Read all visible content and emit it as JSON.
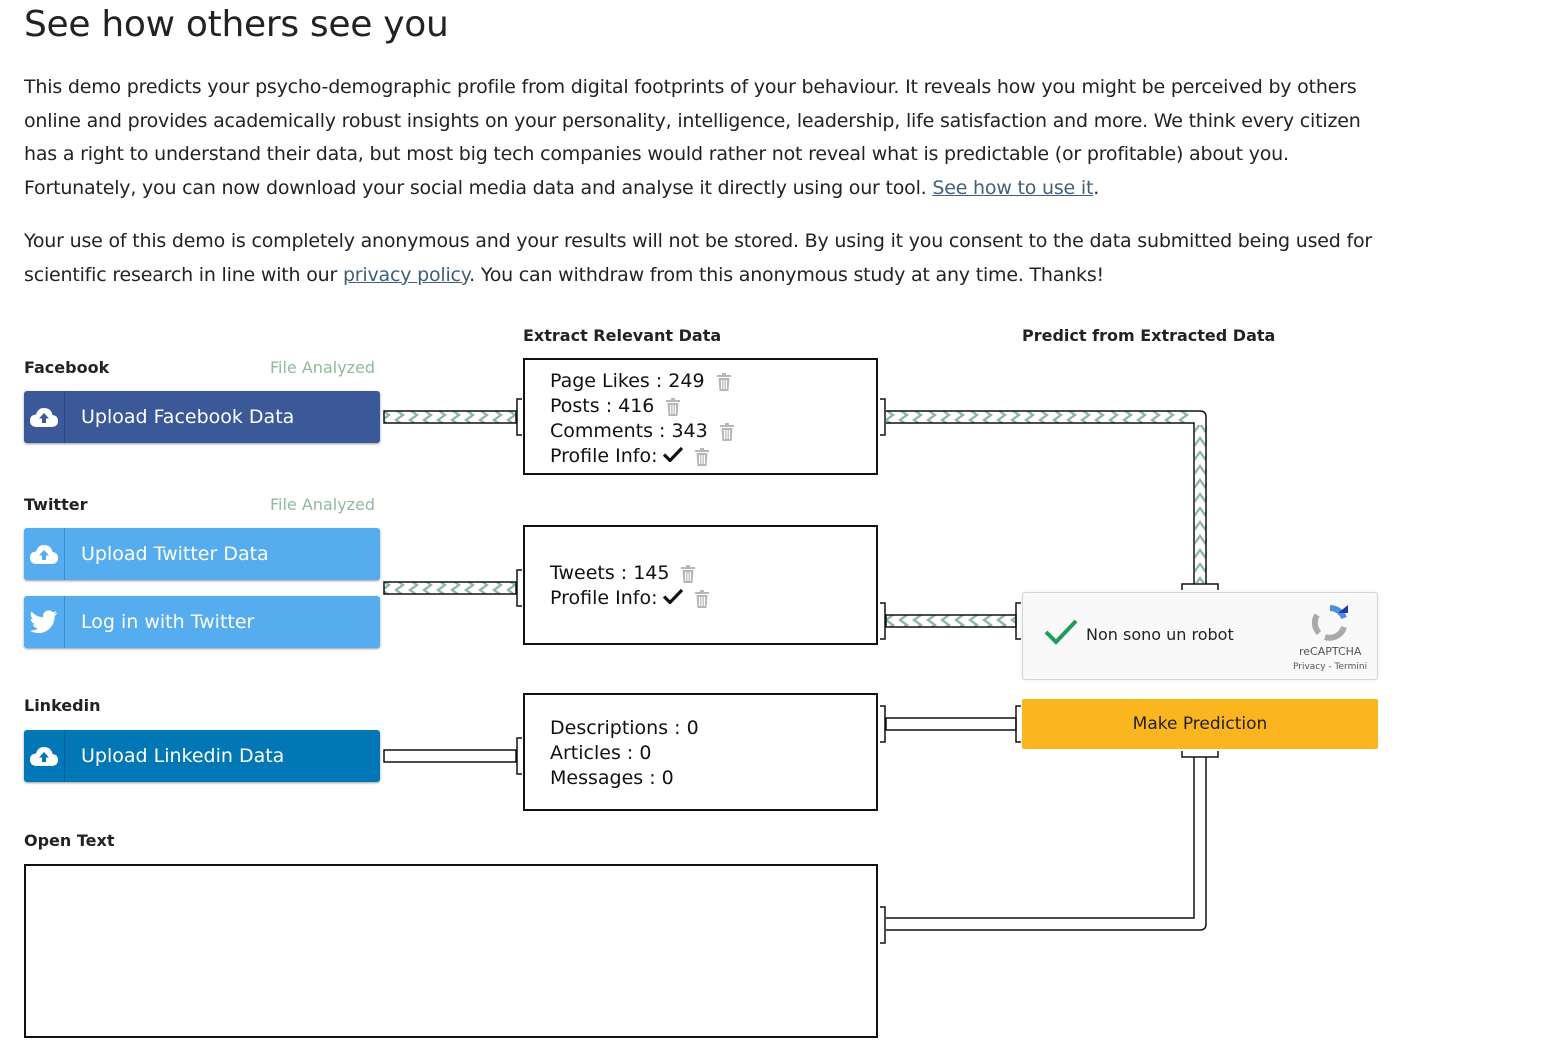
{
  "page": {
    "title": "See how others see you",
    "intro1": "This demo predicts your psycho-demographic profile from digital footprints of your behaviour. It reveals how you might be perceived by others online and provides academically robust insights on your personality, intelligence, leadership, life satisfaction and more. We think every citizen has a right to understand their data, but most big tech companies would rather not reveal what is predictable (or profitable) about you. Fortunately, you can now download your social media data and analyse it directly using our tool.",
    "intro1_link": "See how to use it",
    "intro1_end": ".",
    "intro2_start": "Your use of this demo is completely anonymous and your results will not be stored. By using it you consent to the data submitted being used for scientific research in line with our",
    "intro2_link": "privacy policy",
    "intro2_end": ". You can withdraw from this anonymous study at any time. Thanks!"
  },
  "columns": {
    "extract": "Extract Relevant Data",
    "predict": "Predict from Extracted Data"
  },
  "facebook": {
    "label": "Facebook",
    "status": "File Analyzed",
    "upload_label": "Upload Facebook Data",
    "stats": [
      {
        "label": "Page Likes : 249",
        "deletable": true
      },
      {
        "label": "Posts : 416",
        "deletable": true
      },
      {
        "label": "Comments : 343",
        "deletable": true
      },
      {
        "label": "Profile Info:",
        "deletable": true
      }
    ]
  },
  "twitter": {
    "label": "Twitter",
    "status": "File Analyzed",
    "upload_label": "Upload Twitter Data",
    "login_label": "Log in with Twitter",
    "stats": [
      {
        "label": "Tweets : 145"
      },
      {
        "label": "Profile Info:"
      }
    ]
  },
  "linkedin": {
    "label": "Linkedin",
    "upload_label": "Upload Linkedin Data",
    "stats": [
      {
        "label": "Descriptions : 0"
      },
      {
        "label": "Articles : 0"
      },
      {
        "label": "Messages : 0"
      }
    ]
  },
  "open_text": {
    "label": "Open Text",
    "value": ""
  },
  "captcha": {
    "label": "Non sono un robot",
    "brand": "reCAPTCHA",
    "terms": "Privacy - Termini"
  },
  "predict_button": "Make Prediction",
  "colors": {
    "facebook": "#3b5998",
    "twitter": "#55acee",
    "linkedin": "#0177b5",
    "predict": "#fbb51e",
    "status": "#8fba9c",
    "pipe_active": "#8fb8a3"
  }
}
